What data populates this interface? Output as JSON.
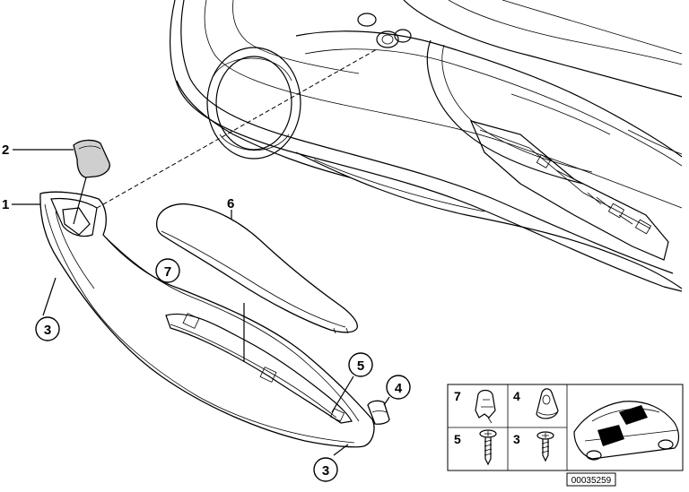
{
  "callouts": {
    "c1": "1",
    "c2": "2",
    "c3a": "3",
    "c3b": "3",
    "c4": "4",
    "c5": "5",
    "c6": "6",
    "c7": "7"
  },
  "legend": {
    "cell_7": "7",
    "cell_4": "4",
    "cell_5": "5",
    "cell_3": "3"
  },
  "reference_number": "00035259",
  "colors": {
    "line": "#000000",
    "shade": "#cfcfcf",
    "fill": "#ffffff"
  }
}
